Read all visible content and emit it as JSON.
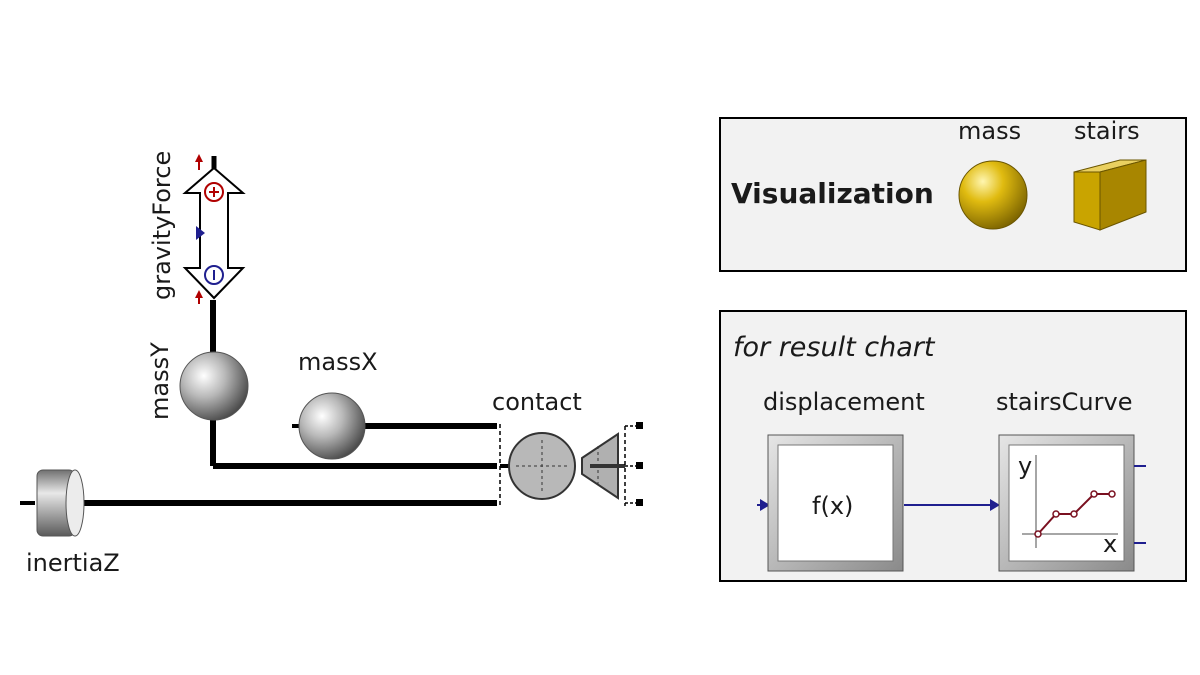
{
  "components": {
    "gravity_force": "gravityForce",
    "mass_y": "massY",
    "mass_x": "massX",
    "contact": "contact",
    "inertia_z": "inertiaZ"
  },
  "visualization_panel": {
    "title": "Visualization",
    "mass_label": "mass",
    "stairs_label": "stairs"
  },
  "result_panel": {
    "title": "for result chart",
    "displacement_label": "displacement",
    "displacement_expr": "f(x)",
    "stairs_curve_label": "stairsCurve",
    "axis_y": "y",
    "axis_x": "x"
  },
  "colors": {
    "wire": "#000000",
    "signal": "#1f1f8f",
    "gold": "#c9a400",
    "panel_bg": "#f2f2f2"
  }
}
